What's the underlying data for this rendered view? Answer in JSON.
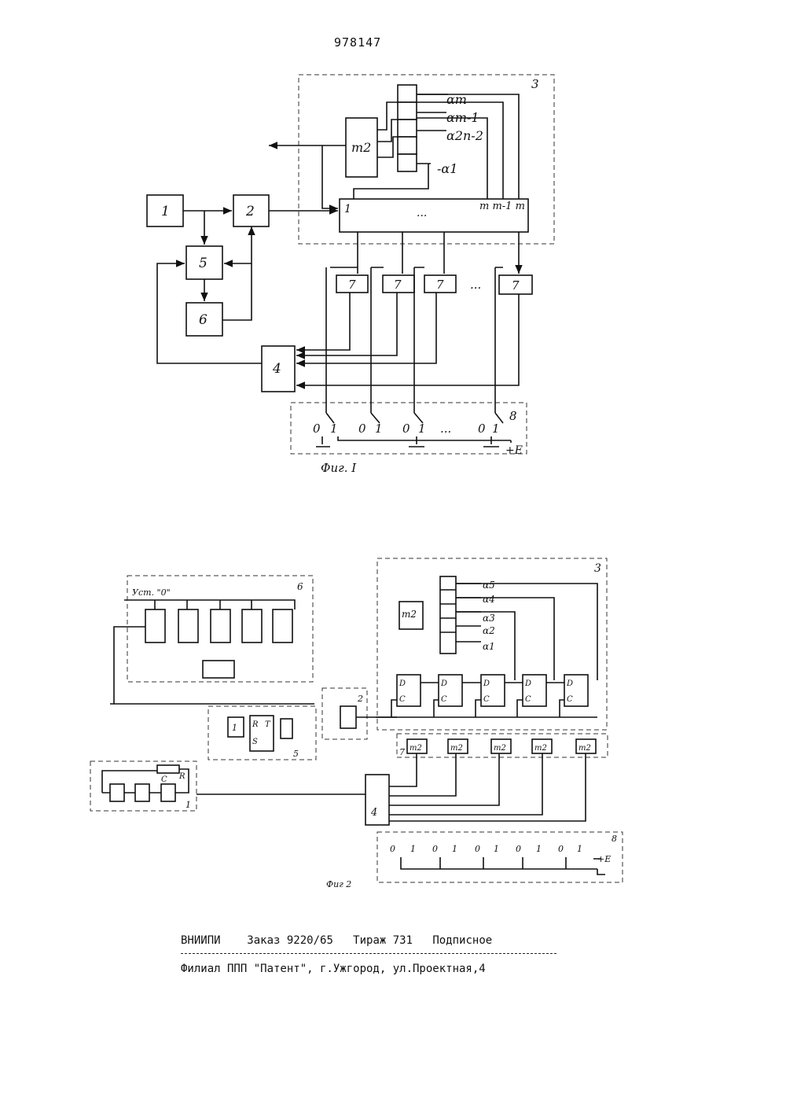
{
  "page_number": "978147",
  "figure1": {
    "caption": "Фиг. I",
    "block_labels": [
      "1",
      "2",
      "3",
      "4",
      "5",
      "6",
      "7",
      "8"
    ],
    "xor_label": "m2",
    "alpha_labels": [
      "αm",
      "αm-1",
      "α2n-2",
      "-α1"
    ],
    "register_labels": {
      "first": "1",
      "dots": "...",
      "last": "m m-1 m"
    },
    "switch_labels": {
      "zero": "0",
      "one": "1",
      "supply": "+E",
      "dots": "..."
    }
  },
  "figure2": {
    "caption": "Фиг 2",
    "block_labels": [
      "1",
      "2",
      "3",
      "4",
      "5",
      "6",
      "7",
      "8"
    ],
    "reset_label": "Уст. \"0\"",
    "xor_label": "m2",
    "alpha_labels": [
      "α5",
      "α4",
      "α3",
      "α2",
      "α1"
    ],
    "ff_pins": {
      "r": "R",
      "t": "T",
      "c": "C",
      "s": "S",
      "d": "D"
    },
    "rc_labels": {
      "r": "R",
      "c": "C"
    },
    "switch_labels": {
      "zero": "0",
      "one": "1",
      "supply": "+E"
    }
  },
  "imprint": {
    "org": "ВНИИПИ",
    "order": "Заказ 9220/65",
    "print_run": "Тираж 731",
    "subscription": "Подписное",
    "branch": "Филиал ППП \"Патент\", г.Ужгород, ул.Проектная,4"
  }
}
